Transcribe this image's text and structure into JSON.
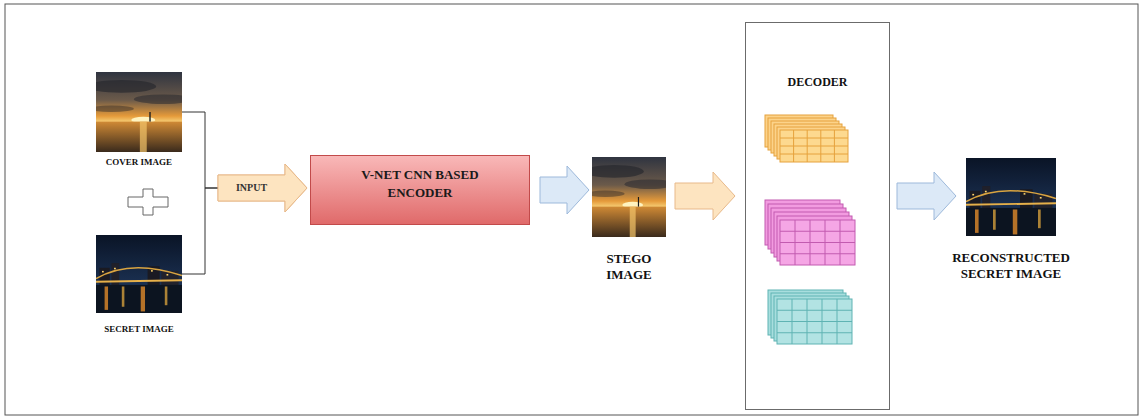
{
  "diagram": {
    "nodes": [
      {
        "text": [
          "COVER IMAGE"
        ]
      },
      {
        "text": [
          "SECRET IMAGE"
        ]
      },
      {
        "text": [
          "V-NET CNN BASED ENCODER"
        ]
      },
      {
        "text": [
          "STEGO IMAGE"
        ]
      },
      {
        "text": [
          "DECODER"
        ]
      },
      {
        "text": [
          "RECONSTRUCTED SECRET IMAGE"
        ]
      }
    ],
    "edges": [
      {
        "from": 0,
        "to": 2,
        "arrow": "to",
        "label": "INPUT"
      },
      {
        "from": 1,
        "to": 2,
        "arrow": "to"
      },
      {
        "from": 2,
        "to": 3,
        "arrow": "to"
      },
      {
        "from": 3,
        "to": 4,
        "arrow": "to"
      },
      {
        "from": 4,
        "to": 5,
        "arrow": "to"
      }
    ]
  }
}
